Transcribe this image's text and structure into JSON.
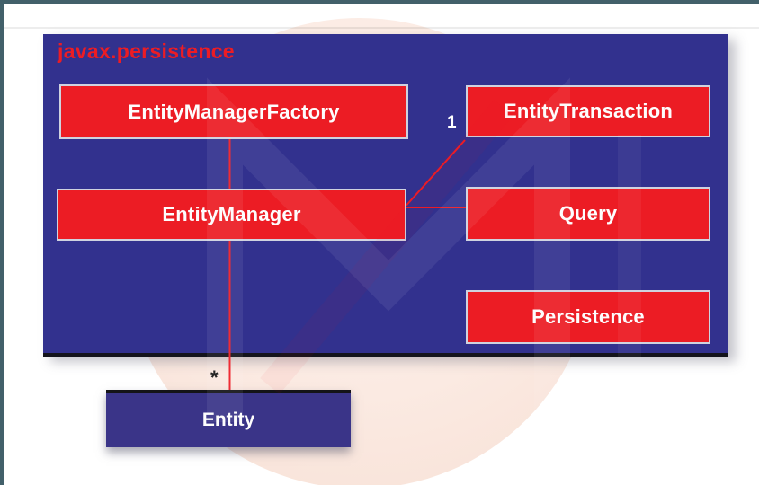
{
  "package": {
    "label": "javax.persistence"
  },
  "classes": {
    "entity_manager_factory": "EntityManagerFactory",
    "entity_transaction": "EntityTransaction",
    "entity_manager": "EntityManager",
    "query": "Query",
    "persistence": "Persistence",
    "entity": "Entity"
  },
  "multiplicity": {
    "one": "1",
    "many": "*"
  },
  "colors": {
    "panel_indigo": "#32318e",
    "entity_box_indigo": "#3a3488",
    "class_box_red": "#ec1c24",
    "class_box_border": "#cfd2df",
    "connector_red": "#ee1c25",
    "package_label_red": "#ec1c24",
    "label_white": "#fdfdfd",
    "frame_slate": "#42606a",
    "watermark_pink": "#fbeae2",
    "panel_edge_black": "#14141c"
  }
}
